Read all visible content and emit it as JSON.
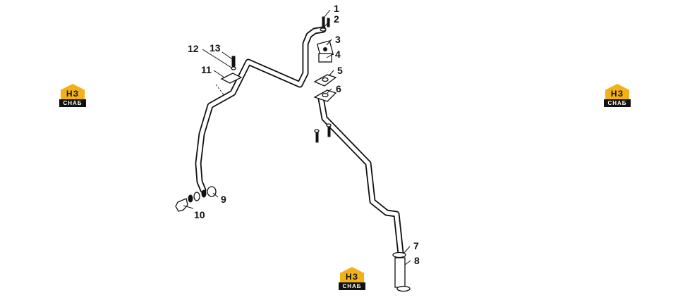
{
  "callouts": [
    "1",
    "2",
    "3",
    "4",
    "5",
    "6",
    "7",
    "8",
    "9",
    "10",
    "11",
    "12",
    "13"
  ],
  "brand": {
    "mark": "НЗ",
    "name": "CHAБ",
    "color": "#f2b117"
  }
}
